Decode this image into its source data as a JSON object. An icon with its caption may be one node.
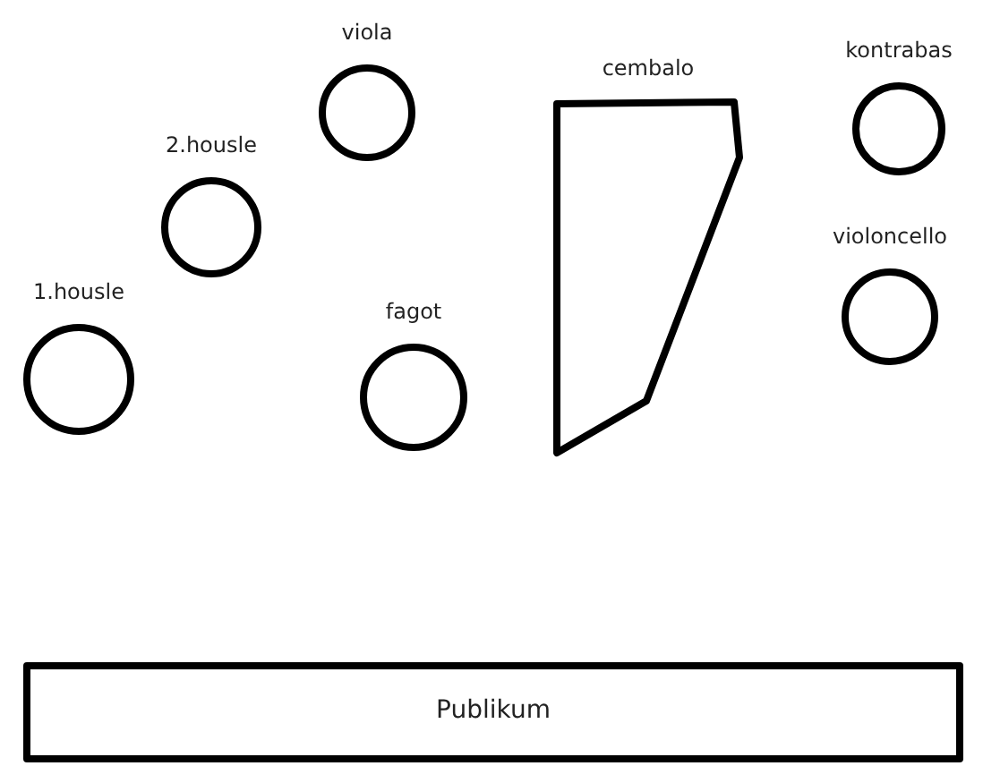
{
  "diagram": {
    "nodes": [
      {
        "text": [
          "viola"
        ]
      },
      {
        "text": [
          "cembalo"
        ]
      },
      {
        "text": [
          "kontrabas"
        ]
      },
      {
        "text": [
          "2.housle"
        ]
      },
      {
        "text": [
          "violoncello"
        ]
      },
      {
        "text": [
          "1.housle"
        ]
      },
      {
        "text": [
          "fagot"
        ]
      },
      {
        "text": [
          "Publikum"
        ]
      }
    ],
    "edges": []
  }
}
